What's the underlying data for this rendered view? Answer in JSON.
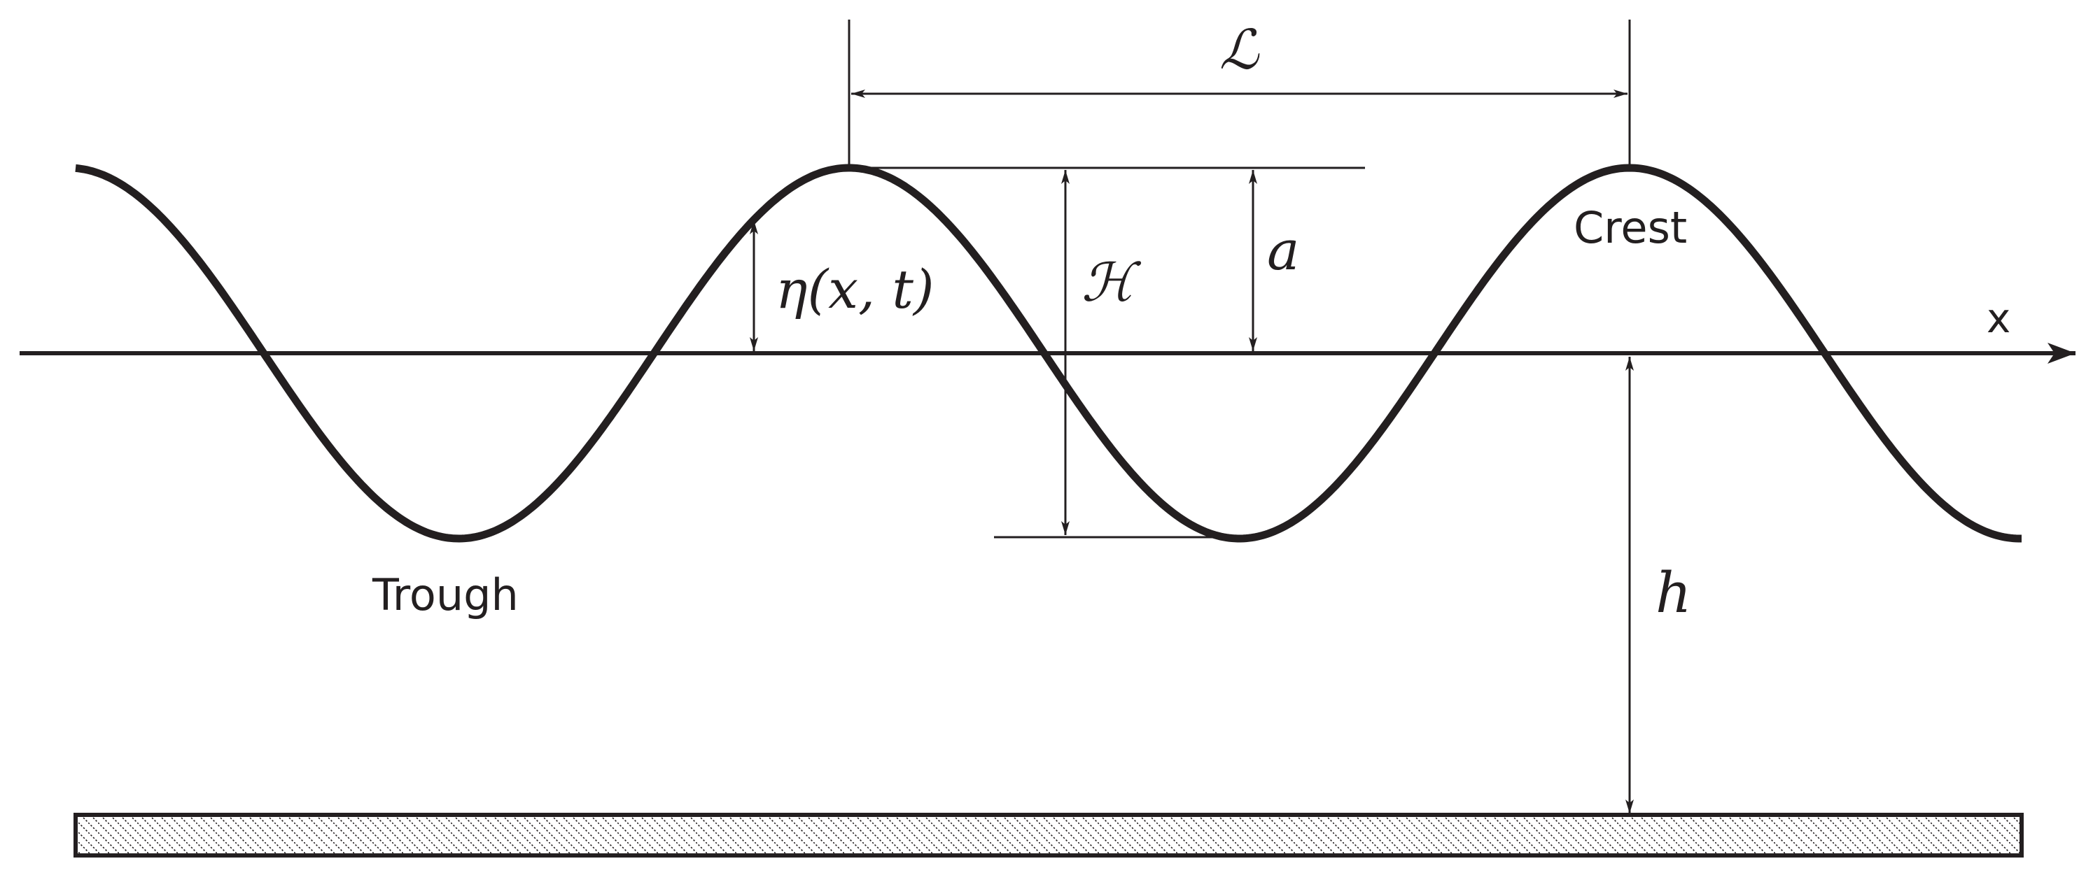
{
  "labels": {
    "wavelength": "ℒ",
    "height": "ℋ",
    "amplitude": "a",
    "elevation": "η(x, t)",
    "crest": "Crest",
    "trough": "Trough",
    "depth": "h",
    "axis": "x"
  },
  "colors": {
    "ink": "#231f20",
    "background": "#ffffff"
  }
}
